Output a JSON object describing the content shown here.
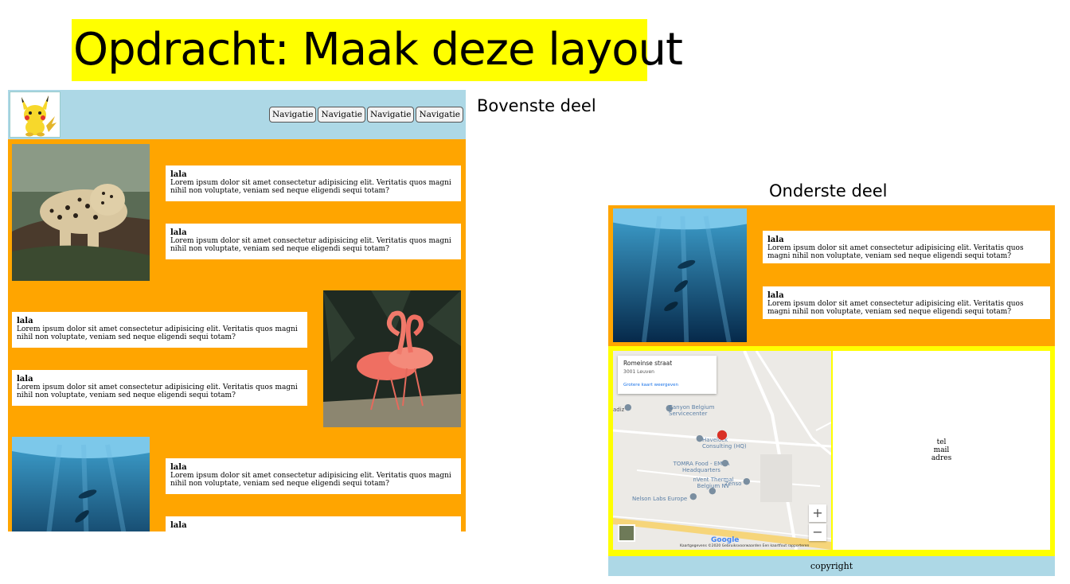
{
  "slide": {
    "title": "Opdracht: Maak deze layout",
    "caption_top": "Bovenste deel",
    "caption_bottom": "Onderste deel"
  },
  "colors": {
    "header": "#add8e6",
    "main": "#ffa500",
    "highlight": "#ffff00",
    "card": "#ffffff"
  },
  "header": {
    "logo_icon": "pikachu-logo",
    "nav": [
      "Navigatie",
      "Navigatie",
      "Navigatie",
      "Navigatie"
    ]
  },
  "sections": [
    {
      "image": "leopard-image",
      "cards": [
        {
          "title": "lala",
          "text": "Lorem ipsum dolor sit amet consectetur adipisicing elit. Veritatis quos magni nihil non voluptate, veniam sed neque eligendi sequi totam?"
        },
        {
          "title": "lala",
          "text": "Lorem ipsum dolor sit amet consectetur adipisicing elit. Veritatis quos magni nihil non voluptate, veniam sed neque eligendi sequi totam?"
        }
      ]
    },
    {
      "image": "flamingo-image",
      "cards": [
        {
          "title": "lala",
          "text": "Lorem ipsum dolor sit amet consectetur adipisicing elit. Veritatis quos magni nihil non voluptate, veniam sed neque eligendi sequi totam?"
        },
        {
          "title": "lala",
          "text": "Lorem ipsum dolor sit amet consectetur adipisicing elit. Veritatis quos magni nihil non voluptate, veniam sed neque eligendi sequi totam?"
        }
      ]
    },
    {
      "image": "dolphin-image",
      "cards": [
        {
          "title": "lala",
          "text": "Lorem ipsum dolor sit amet consectetur adipisicing elit. Veritatis quos magni nihil non voluptate, veniam sed neque eligendi sequi totam?"
        },
        {
          "title": "lala",
          "text": ""
        }
      ]
    }
  ],
  "bottom": {
    "cards": [
      {
        "title": "lala",
        "text": "Lorem ipsum dolor sit amet consectetur adipisicing elit. Veritatis quos magni nihil non voluptate, veniam sed neque eligendi sequi totam?"
      },
      {
        "title": "lala",
        "text": "Lorem ipsum dolor sit amet consectetur adipisicing elit. Veritatis quos magni nihil non voluptate, veniam sed neque eligendi sequi totam?"
      }
    ],
    "map": {
      "place_name": "Romeinse straat",
      "place_sub": "3001 Leuven",
      "larger_map_link": "Grotere kaart weergeven",
      "labels": [
        "Canyon Belgium Servicecenter",
        "Havelock Consulting (HQ)",
        "TOMRA Food - EMEA Headquarters",
        "nVent Thermal Belgium NV",
        "Zenso",
        "Nelson Labs Europe",
        "adiz"
      ],
      "zoom_in": "+",
      "zoom_out": "−",
      "footer": "Kaartgegevens ©2020   Gebruiksvoorwaarden   Een kaartfout rapporteren",
      "brand": "Google"
    },
    "contact": [
      "tel",
      "mail",
      "adres"
    ],
    "copyright": "copyright"
  }
}
